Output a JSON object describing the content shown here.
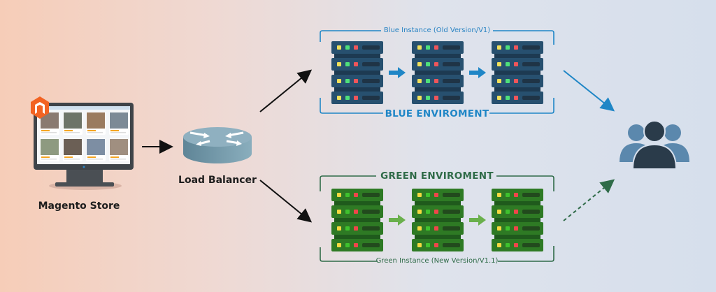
{
  "store": {
    "label": "Magento Store",
    "logo": "magento-logo"
  },
  "load_balancer": {
    "label": "Load Balancer"
  },
  "blue": {
    "instance_label": "Blue Instance (Old Version/V1)",
    "environment_label": "BLUE ENVIROMENT",
    "color": "#1f86c6",
    "server_color": "#27506f"
  },
  "green": {
    "instance_label": "Green Instance (New Version/V1.1)",
    "environment_label": "GREEN ENVIROMENT",
    "color": "#2f6b48",
    "server_color": "#2e7a24"
  },
  "users": {
    "icon": "users-icon"
  }
}
